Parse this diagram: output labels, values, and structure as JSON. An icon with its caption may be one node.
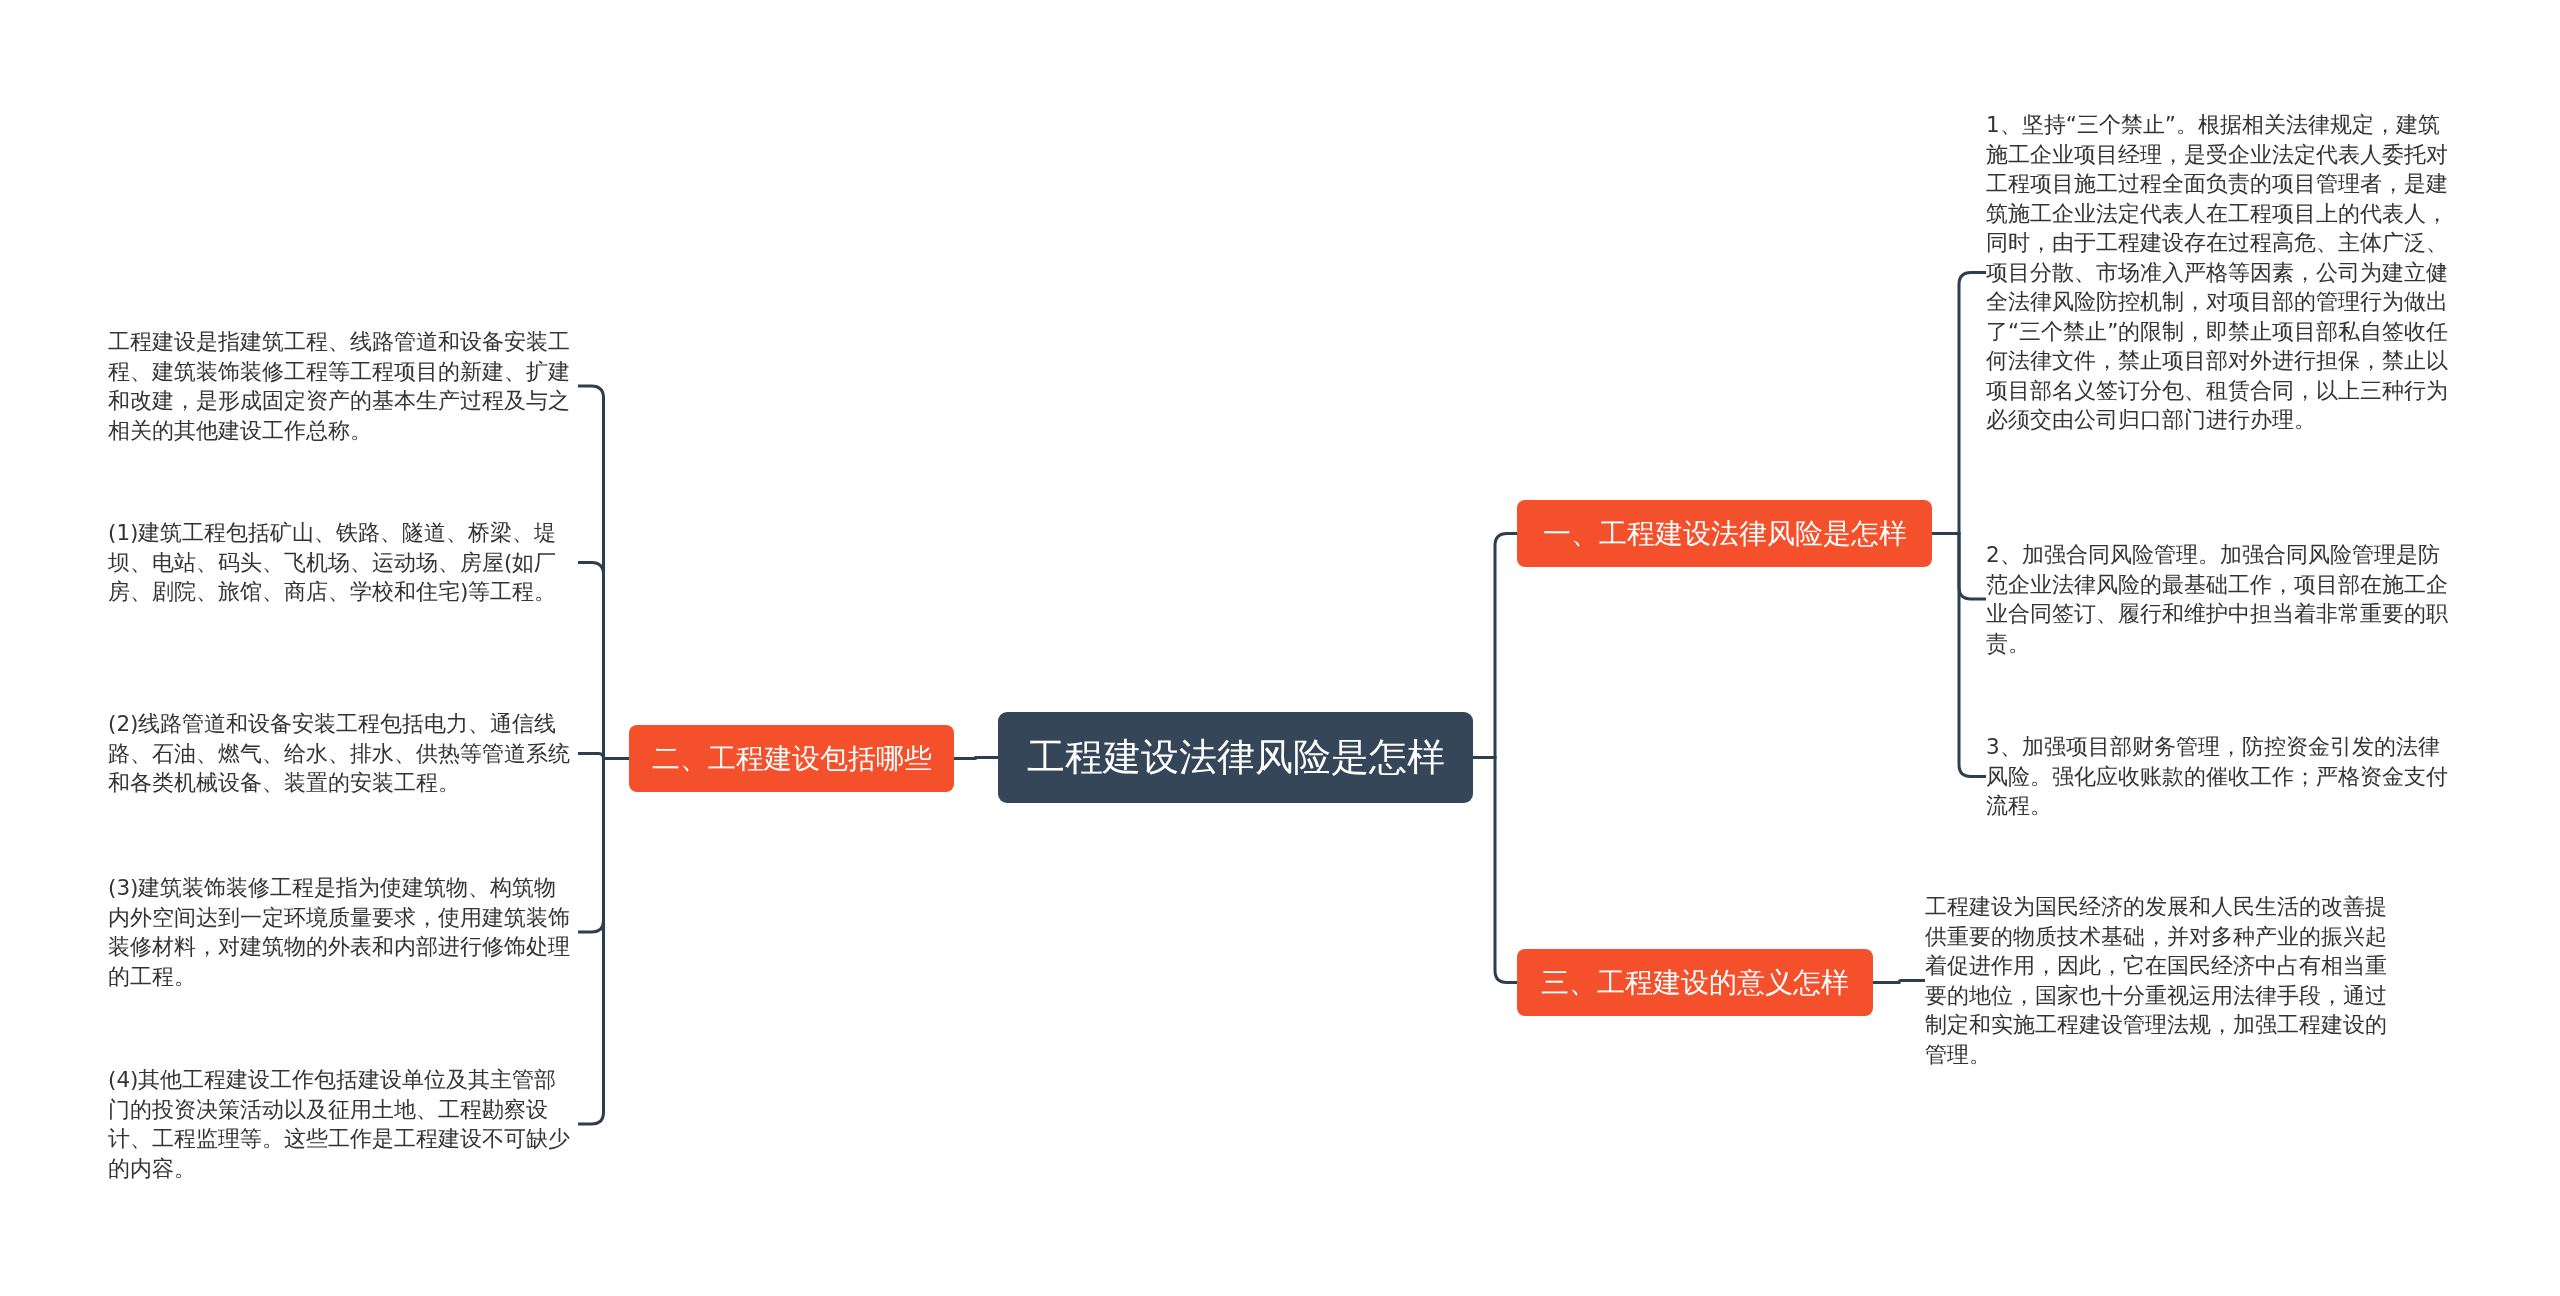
{
  "diagram": {
    "nodes": [
      {
        "text": [
          "工程建设法律风险是怎样"
        ]
      },
      {
        "text": [
          "一、工程建设法律风险是怎样"
        ]
      },
      {
        "text": [
          "1、坚持“三个禁止”。根据相关法律规定，建筑施工企业项目经理，是受企业法定代表人委托对工程项目施工过程全面负责的项目管理者，是建筑施工企业法定代表人在工程项目上的代表人，同时，由于工程建设存在过程高危、主体广泛、项目分散、市场准入严格等因素，公司为建立健全法律风险防控机制，对项目部的管理行为做出了“三个禁止”的限制，即禁止项目部私自签收任何法律文件，禁止项目部对外进行担保，禁止以项目部名义签订分包、租赁合同，以上三种行为必须交由公司归口部门进行办理。"
        ]
      },
      {
        "text": [
          "2、加强合同风险管理。加强合同风险管理是防范企业法律风险的最基础工作，项目部在施工企业合同签订、履行和维护中担当着非常重要的职责。"
        ]
      },
      {
        "text": [
          "3、加强项目部财务管理，防控资金引发的法律风险。强化应收账款的催收工作；严格资金支付流程。"
        ]
      },
      {
        "text": [
          "二、工程建设包括哪些"
        ]
      },
      {
        "text": [
          "工程建设是指建筑工程、线路管道和设备安装工程、建筑装饰装修工程等工程项目的新建、扩建和改建，是形成固定资产的基本生产过程及与之相关的其他建设工作总称。"
        ]
      },
      {
        "text": [
          "(1)建筑工程包括矿山、铁路、隧道、桥梁、堤坝、电站、码头、飞机场、运动场、房屋(如厂房、剧院、旅馆、商店、学校和住宅)等工程。"
        ]
      },
      {
        "text": [
          "(2)线路管道和设备安装工程包括电力、通信线路、石油、燃气、给水、排水、供热等管道系统和各类机械设备、装置的安装工程。"
        ]
      },
      {
        "text": [
          "(3)建筑装饰装修工程是指为使建筑物、构筑物内外空间达到一定环境质量要求，使用建筑装饰装修材料，对建筑物的外表和内部进行修饰处理的工程。"
        ]
      },
      {
        "text": [
          "(4)其他工程建设工作包括建设单位及其主管部门的投资决策活动以及征用土地、工程勘察设计、工程监理等。这些工作是工程建设不可缺少的内容。"
        ]
      },
      {
        "text": [
          "三、工程建设的意义怎样"
        ]
      },
      {
        "text": [
          "工程建设为国民经济的发展和人民生活的改善提供重要的物质技术基础，并对多种产业的振兴起着促进作用，因此，它在国民经济中占有相当重要的地位，国家也十分重视运用法律手段，通过制定和实施工程建设管理法规，加强工程建设的管理。"
        ]
      }
    ],
    "edges": [
      {
        "from": 0,
        "to": 1,
        "arrow": "none"
      },
      {
        "from": 1,
        "to": 2,
        "arrow": "none"
      },
      {
        "from": 1,
        "to": 3,
        "arrow": "none"
      },
      {
        "from": 1,
        "to": 4,
        "arrow": "none"
      },
      {
        "from": 0,
        "to": 5,
        "arrow": "none"
      },
      {
        "from": 5,
        "to": 6,
        "arrow": "none"
      },
      {
        "from": 5,
        "to": 7,
        "arrow": "none"
      },
      {
        "from": 5,
        "to": 8,
        "arrow": "none"
      },
      {
        "from": 5,
        "to": 9,
        "arrow": "none"
      },
      {
        "from": 5,
        "to": 10,
        "arrow": "none"
      },
      {
        "from": 0,
        "to": 11,
        "arrow": "none"
      },
      {
        "from": 11,
        "to": 12,
        "arrow": "none"
      }
    ]
  }
}
